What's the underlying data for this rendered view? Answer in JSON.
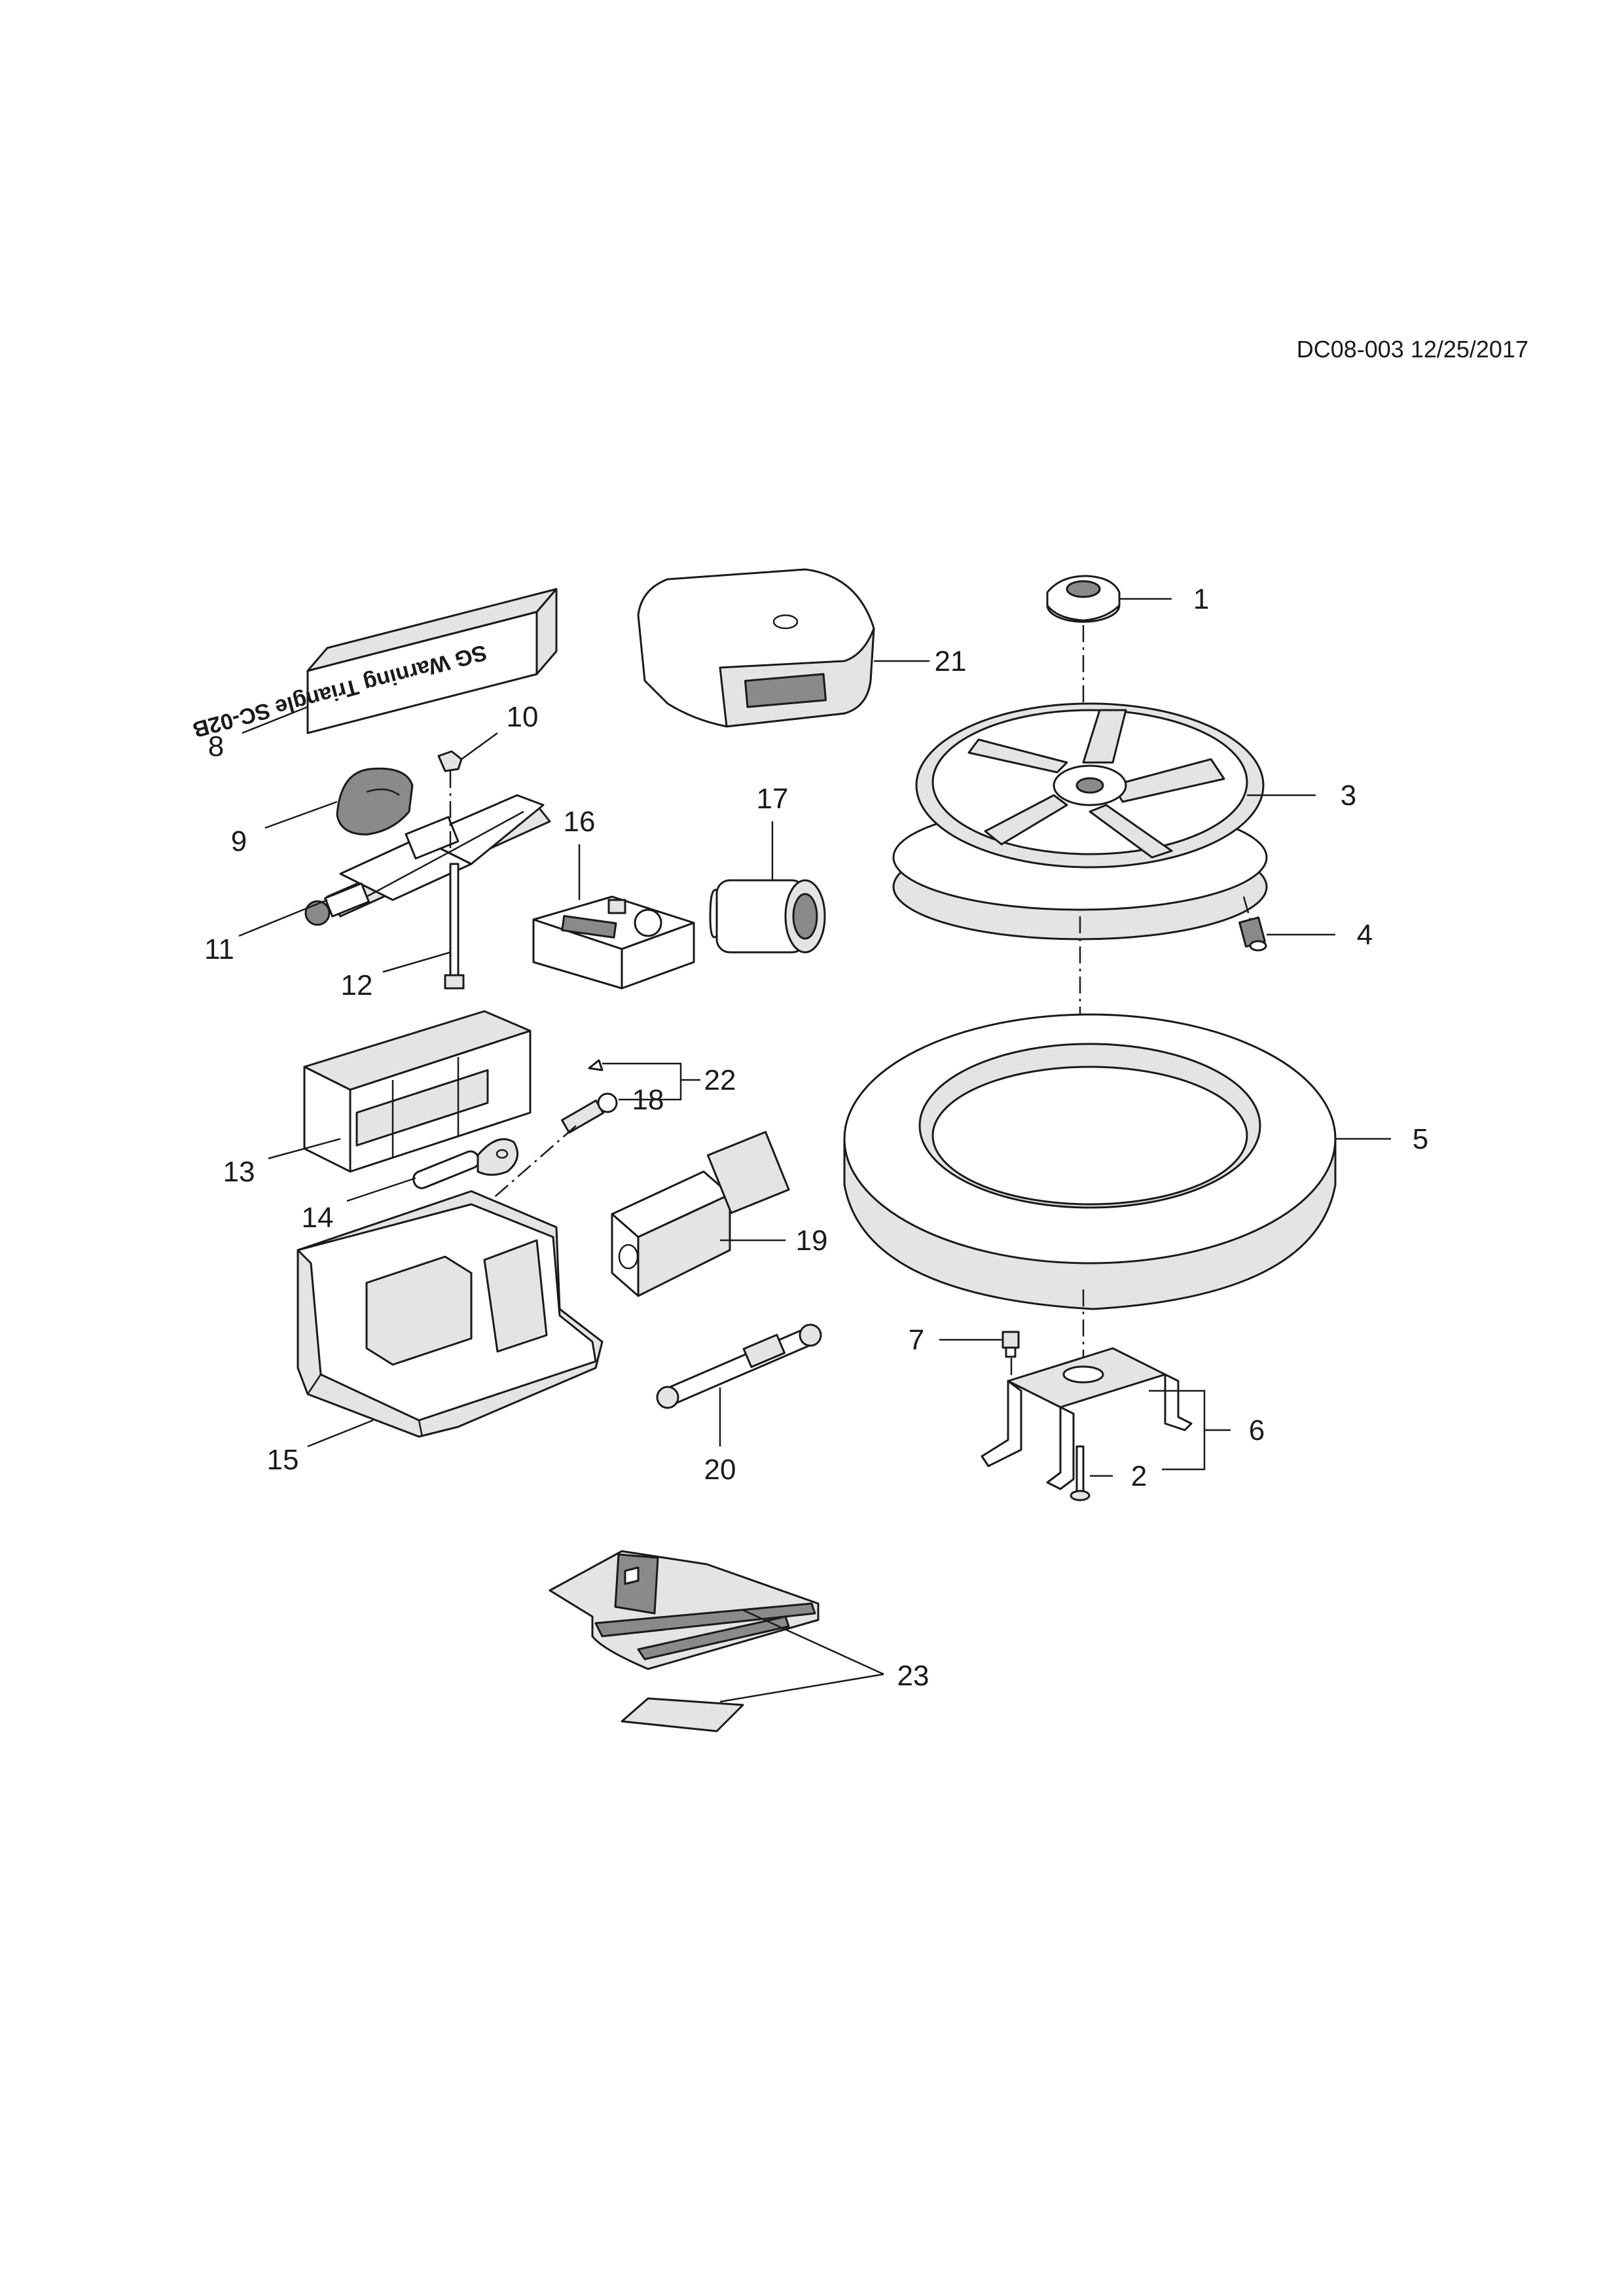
{
  "document": {
    "reference": "DC08-003 12/25/2017",
    "warning_triangle_box_label": "SG Warning Triangle SC-02B"
  },
  "callouts": {
    "c1": "1",
    "c2": "2",
    "c3": "3",
    "c4": "4",
    "c5": "5",
    "c6": "6",
    "c7": "7",
    "c8": "8",
    "c9": "9",
    "c10": "10",
    "c11": "11",
    "c12": "12",
    "c13": "13",
    "c14": "14",
    "c15": "15",
    "c16": "16",
    "c17": "17",
    "c18": "18",
    "c19": "19",
    "c20": "20",
    "c21": "21",
    "c22": "22",
    "c23": "23"
  }
}
